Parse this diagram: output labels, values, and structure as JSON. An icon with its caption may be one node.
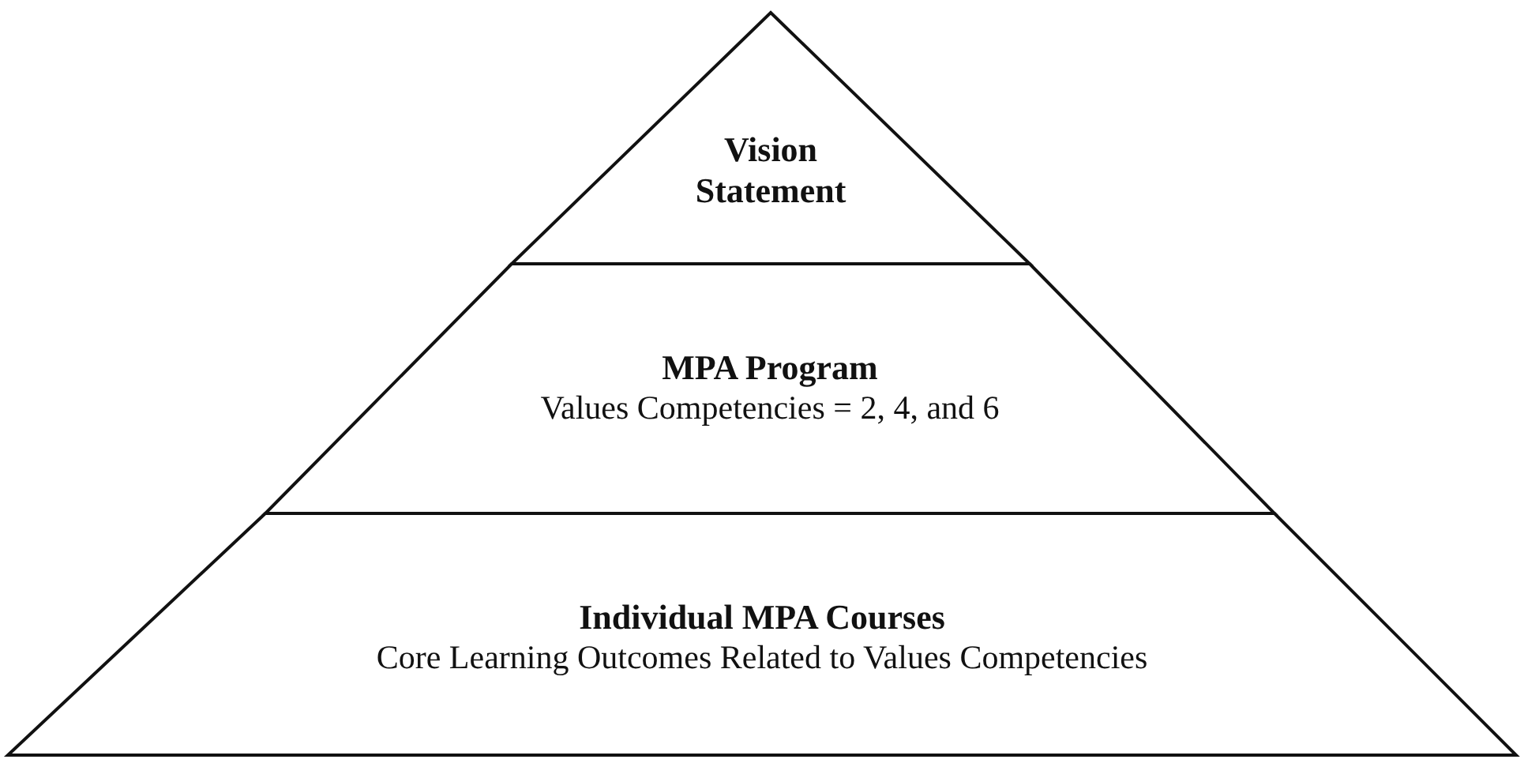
{
  "diagram": {
    "nodes": [
      {
        "text": [
          "Vision Statement"
        ]
      },
      {
        "text": [
          "MPA Program",
          "Values Competencies = 2, 4, and 6"
        ]
      },
      {
        "text": [
          "Individual MPA Courses",
          "Core Learning Outcomes Related to Values Competencies"
        ]
      }
    ]
  }
}
